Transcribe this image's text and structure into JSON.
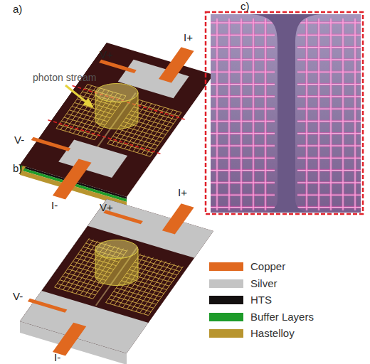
{
  "diagram": {
    "labels": [
      "a)",
      "c)",
      "I+",
      "V+",
      "photon stream",
      "V-",
      "I-",
      "b)",
      "I+",
      "V+",
      "V-",
      "I-"
    ],
    "legend": [
      {
        "text": "Copper",
        "color": "#e0681f"
      },
      {
        "text": "Silver",
        "color": "#c4c4c4"
      },
      {
        "text": "HTS",
        "color": "#141010"
      },
      {
        "text": "Buffer Layers",
        "color": "#1e9b2a"
      },
      {
        "text": "Hastelloy",
        "color": "#b8952f"
      }
    ]
  }
}
